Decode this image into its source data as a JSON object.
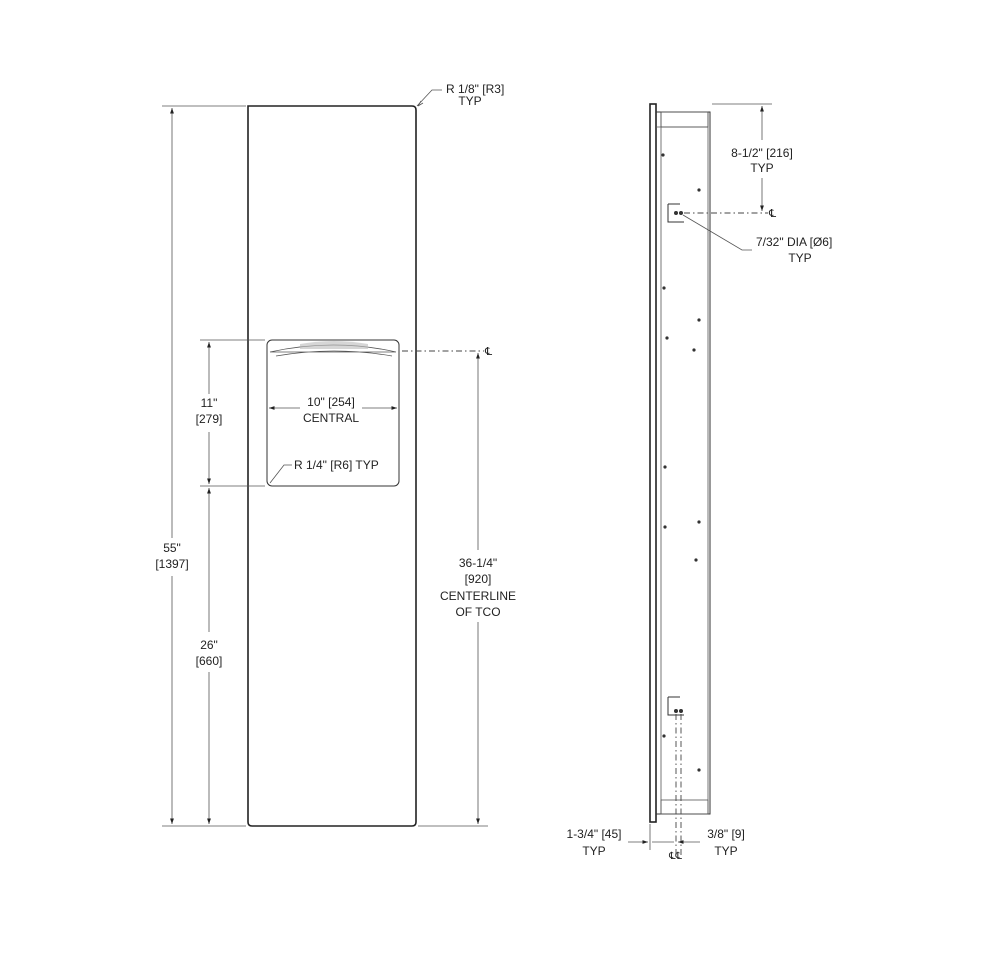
{
  "front": {
    "corner_radius": [
      "R 1/8\" [R3]",
      "TYP"
    ],
    "overall_height": [
      "55\"",
      "[1397]"
    ],
    "opening_height": [
      "11\"",
      "[279]"
    ],
    "lower_height": [
      "26\"",
      "[660]"
    ],
    "opening_width": [
      "10\" [254]",
      "CENTRAL"
    ],
    "opening_radius": "R 1/4\" [R6] TYP",
    "centerline_height": [
      "36-1/4\"",
      "[920]",
      "CENTERLINE",
      "OF TCO"
    ],
    "centerline_symbol": "℄"
  },
  "side": {
    "top_offset": [
      "8-1/2\" [216]",
      "TYP"
    ],
    "hole_dia": [
      "7/32\" DIA [Ø6]",
      "TYP"
    ],
    "flange_depth": [
      "1-3/4\" [45]",
      "TYP"
    ],
    "flange_thickness": [
      "3/8\" [9]",
      "TYP"
    ],
    "centerline_symbol": "℄",
    "bottom_centerlines": "℄℄"
  }
}
